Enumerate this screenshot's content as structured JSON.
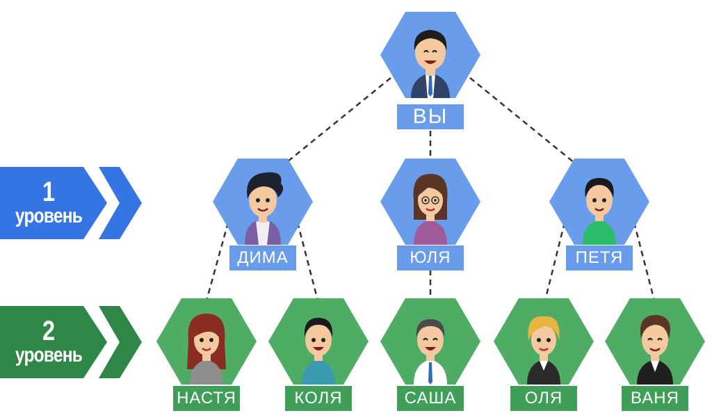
{
  "colors": {
    "level1": "#3575e3",
    "level1_light": "#6a9cec",
    "level2": "#2e8747",
    "level2_light": "#3f9e57",
    "hex_blue": "#6a9cec",
    "hex_green": "#4eac64",
    "connector": "#333333"
  },
  "levels": [
    {
      "number": "1",
      "word": "уровень"
    },
    {
      "number": "2",
      "word": "уровень"
    }
  ],
  "root": {
    "name": "ВЫ"
  },
  "level1": [
    {
      "name": "ДИМА"
    },
    {
      "name": "ЮЛЯ"
    },
    {
      "name": "ПЕТЯ"
    }
  ],
  "level2": [
    {
      "name": "НАСТЯ"
    },
    {
      "name": "КОЛЯ"
    },
    {
      "name": "САША"
    },
    {
      "name": "ОЛЯ"
    },
    {
      "name": "ВАНЯ"
    }
  ]
}
